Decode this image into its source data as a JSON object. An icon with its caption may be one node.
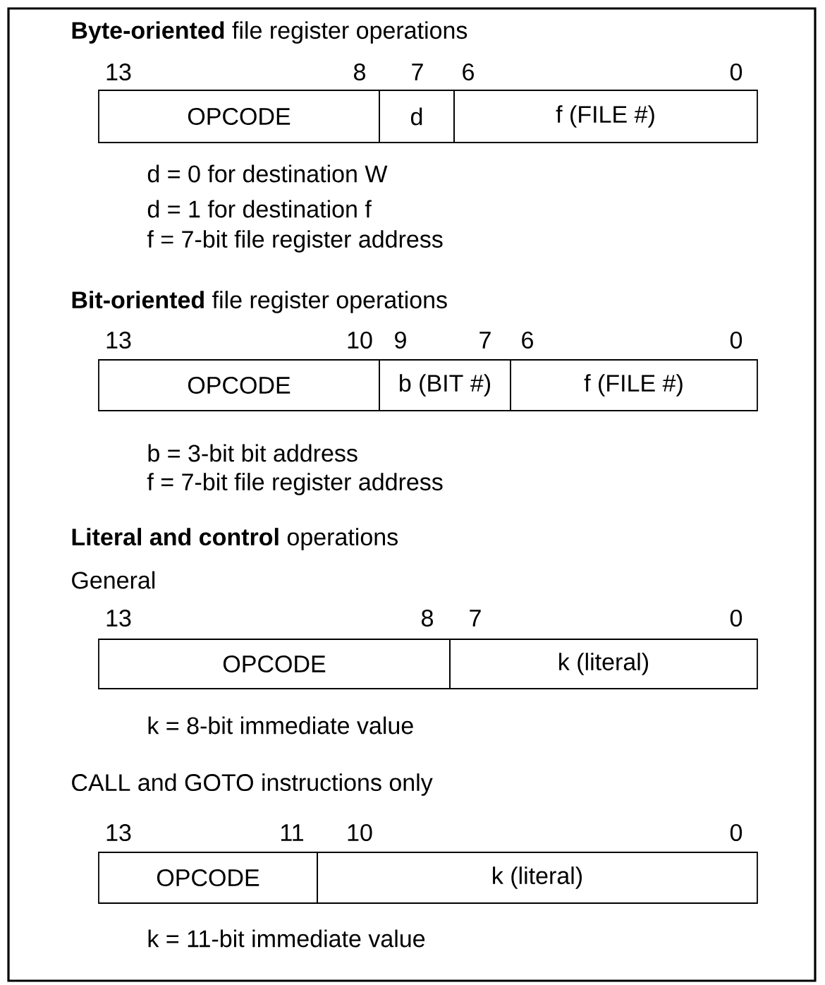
{
  "diagram": {
    "nodes": [
      {
        "text": [
          "OPCODE"
        ]
      },
      {
        "text": [
          "d"
        ]
      },
      {
        "text": [
          "f (FILE #)"
        ]
      },
      {
        "text": [
          "OPCODE"
        ]
      },
      {
        "text": [
          "b (BIT #)"
        ]
      },
      {
        "text": [
          "f (FILE #)"
        ]
      },
      {
        "text": [
          "OPCODE"
        ]
      },
      {
        "text": [
          "k (literal)"
        ]
      },
      {
        "text": [
          "OPCODE"
        ]
      },
      {
        "text": [
          "k (literal)"
        ]
      }
    ],
    "labels": [
      "**Byte-oriented** file register operations",
      "13",
      "8",
      "7",
      "6",
      "0",
      "d = 0 for destination W",
      "d = 1 for destination f",
      "f = 7-bit file register address",
      "**Bit-oriented** file register operations",
      "13",
      "10",
      "9",
      "7",
      "6",
      "0",
      "b = 3-bit bit address",
      "f = 7-bit file register address",
      "**Literal and control** operations",
      "General",
      "13",
      "8",
      "7",
      "0",
      "k = 8-bit immediate value",
      "CALL and GOTO instructions only",
      "13",
      "11",
      "10",
      "0",
      "k = 11-bit immediate value"
    ]
  }
}
